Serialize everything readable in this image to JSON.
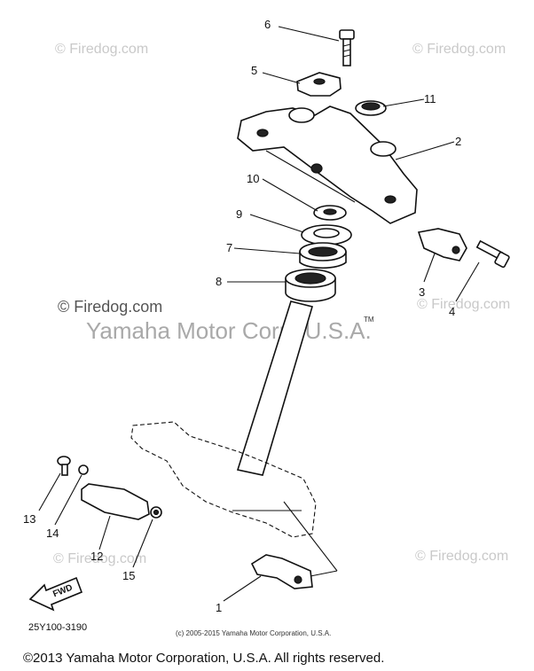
{
  "watermarks": {
    "firedog_tl": "© Firedog.com",
    "firedog_tr": "© Firedog.com",
    "firedog_mid": "© Firedog.com",
    "firedog_mid_right": "© Firedog.com",
    "firedog_bl": "© Firedog.com",
    "firedog_br": "© Firedog.com",
    "yamaha": "Yamaha Motor Corp, U.S.A.",
    "tm": "TM"
  },
  "callouts": [
    "1",
    "2",
    "3",
    "4",
    "5",
    "6",
    "7",
    "8",
    "9",
    "10",
    "11",
    "12",
    "13",
    "14",
    "15"
  ],
  "fwd_label": "FWD",
  "diagram_code": "25Y100-3190",
  "small_copyright": "(c) 2005-2015 Yamaha Motor Corporation, U.S.A.",
  "footer_copyright": "©2013 Yamaha Motor Corporation, U.S.A. All rights reserved."
}
